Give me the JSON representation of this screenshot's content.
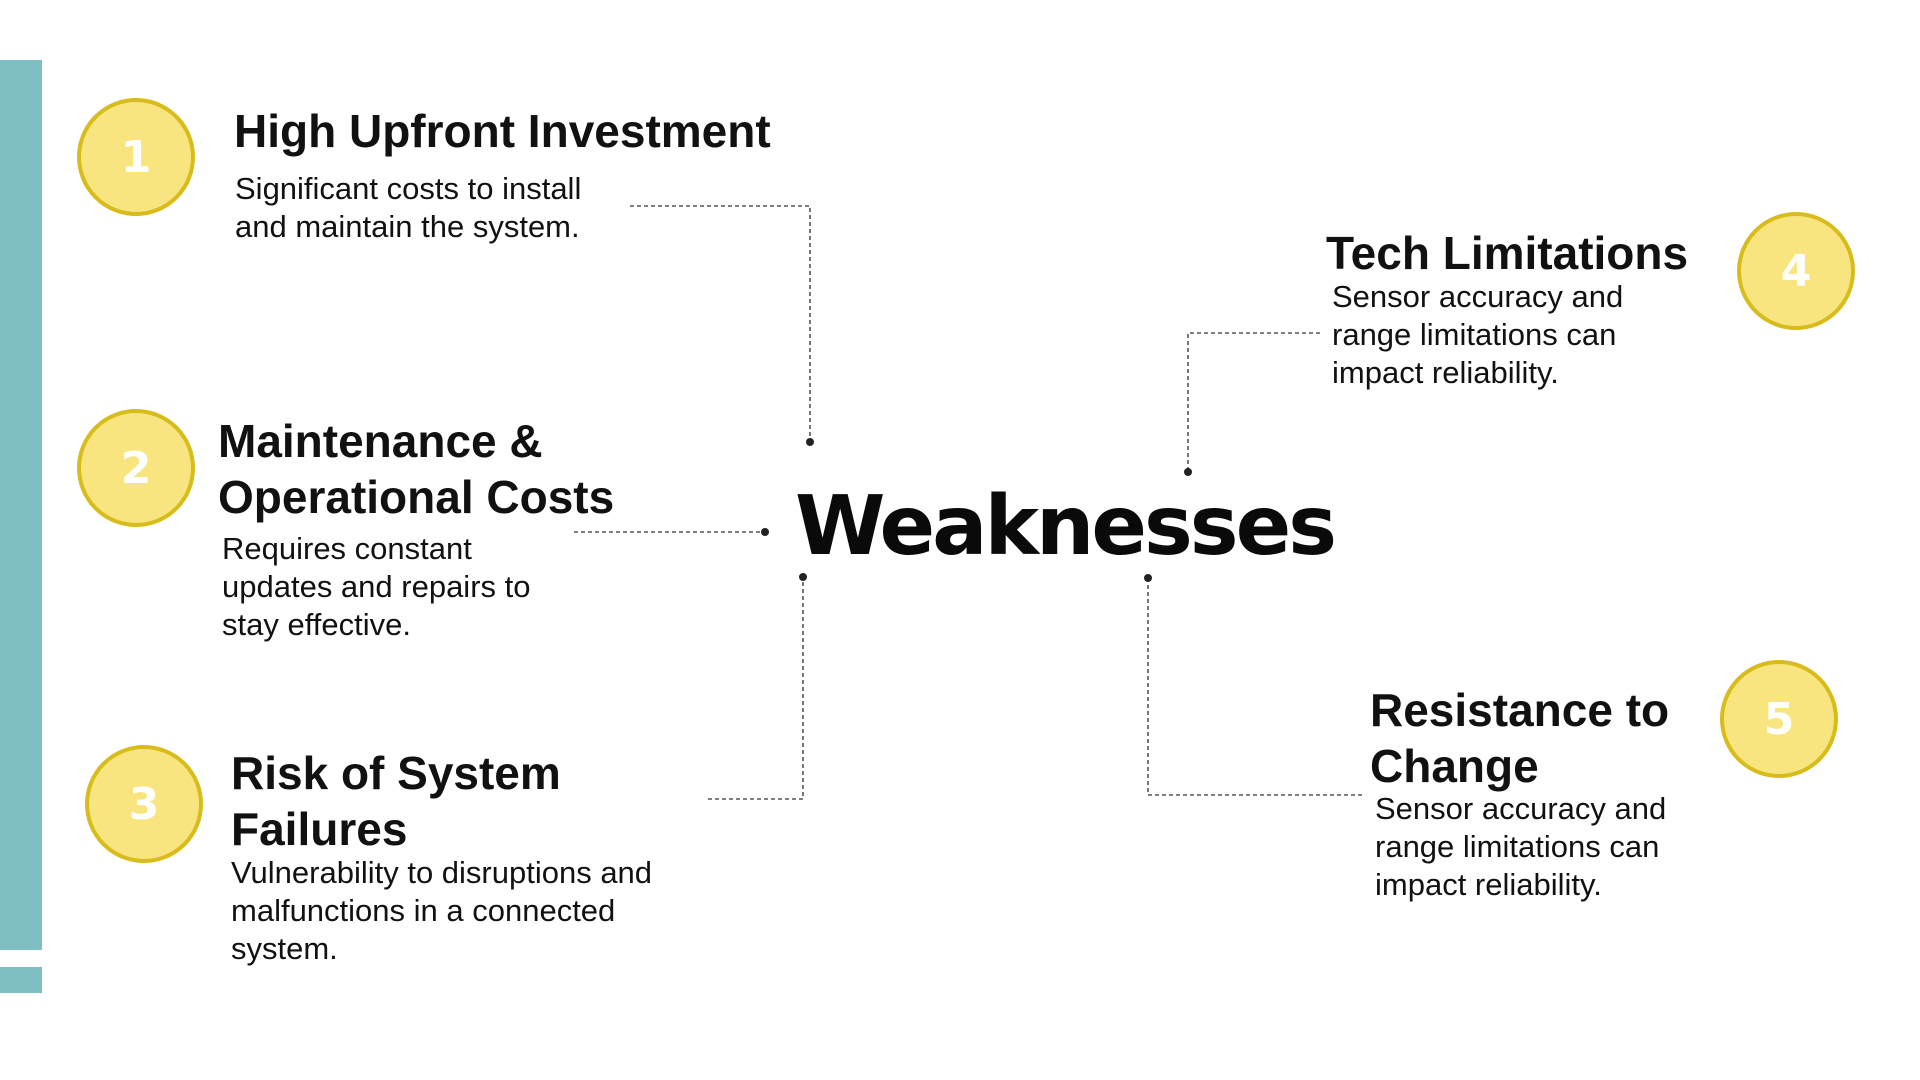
{
  "center_label": "Weaknesses",
  "colors": {
    "side_bar": "#7fbfc4",
    "badge_fill": "#f8e57f",
    "badge_border": "#d8bc1c",
    "connector": "#555555"
  },
  "items": [
    {
      "number": "1",
      "title": "High Upfront Investment",
      "description": [
        "Significant costs to install",
        "and maintain the system."
      ]
    },
    {
      "number": "2",
      "title": [
        "Maintenance &",
        "Operational Costs"
      ],
      "description": [
        "Requires constant",
        "updates and repairs to",
        "stay effective."
      ]
    },
    {
      "number": "3",
      "title": [
        "Risk of System",
        "Failures"
      ],
      "description": [
        "Vulnerability to disruptions and",
        "malfunctions in a connected",
        "system."
      ]
    },
    {
      "number": "4",
      "title": "Tech Limitations",
      "description": [
        "Sensor accuracy and",
        "range limitations can",
        "impact reliability."
      ]
    },
    {
      "number": "5",
      "title": [
        "Resistance to",
        "Change"
      ],
      "description": [
        "Sensor accuracy and",
        "range limitations can",
        "impact reliability."
      ]
    }
  ]
}
